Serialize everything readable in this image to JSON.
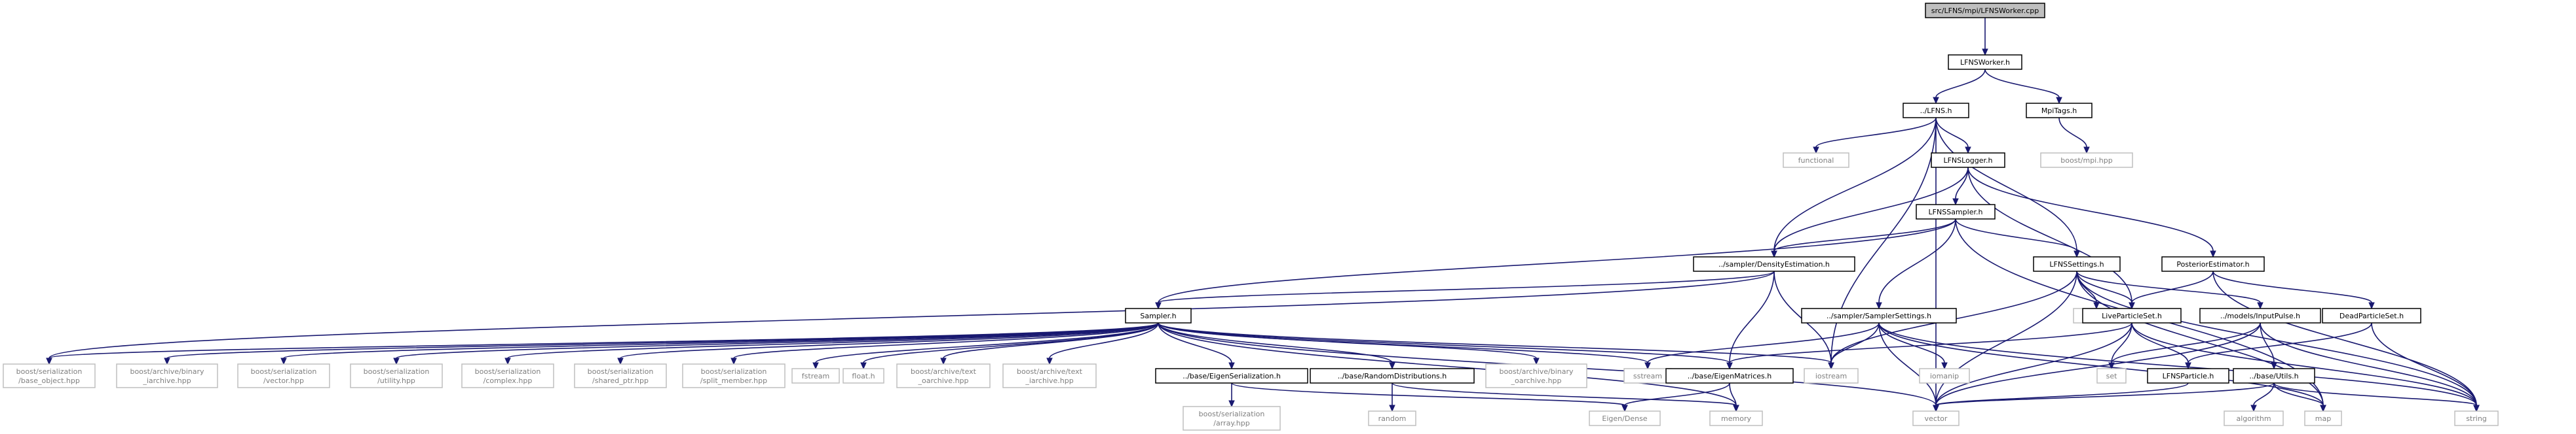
{
  "graph": {
    "root": "src/LFNS/mpi/LFNSWorker.cpp",
    "colors": {
      "edge": "#191970",
      "root_fill": "#bfbfbf",
      "root_stroke": "#000000",
      "internal_fill": "#ffffff",
      "internal_stroke": "#000000",
      "external_fill": "#ffffff",
      "external_stroke": "#bfbfbf",
      "external_text": "#7f7f7f",
      "text": "#000000"
    },
    "nodes": [
      {
        "id": "root",
        "label": [
          "src/LFNS/mpi/LFNSWorker.cpp"
        ],
        "kind": "root"
      },
      {
        "id": "worker_h",
        "label": [
          "LFNSWorker.h"
        ],
        "kind": "internal"
      },
      {
        "id": "lfns_h",
        "label": [
          "../LFNS.h"
        ],
        "kind": "internal"
      },
      {
        "id": "mpitags_h",
        "label": [
          "MpiTags.h"
        ],
        "kind": "internal"
      },
      {
        "id": "boost_mpi",
        "label": [
          "boost/mpi.hpp"
        ],
        "kind": "external"
      },
      {
        "id": "functional",
        "label": [
          "functional"
        ],
        "kind": "external"
      },
      {
        "id": "logger_h",
        "label": [
          "LFNSLogger.h"
        ],
        "kind": "internal"
      },
      {
        "id": "lsampler_h",
        "label": [
          "LFNSSampler.h"
        ],
        "kind": "internal"
      },
      {
        "id": "posterior_h",
        "label": [
          "PosteriorEstimator.h"
        ],
        "kind": "internal"
      },
      {
        "id": "density_h",
        "label": [
          "../sampler/DensityEstimation.h"
        ],
        "kind": "internal"
      },
      {
        "id": "settings_h",
        "label": [
          "LFNSSettings.h"
        ],
        "kind": "internal"
      },
      {
        "id": "sampler_h",
        "label": [
          "Sampler.h"
        ],
        "kind": "internal"
      },
      {
        "id": "samplersettings_h",
        "label": [
          "../sampler/SamplerSettings.h"
        ],
        "kind": "internal"
      },
      {
        "id": "cmath",
        "label": [
          "cmath"
        ],
        "kind": "external"
      },
      {
        "id": "liveset_h",
        "label": [
          "LiveParticleSet.h"
        ],
        "kind": "internal"
      },
      {
        "id": "inputpulse_h",
        "label": [
          "../models/InputPulse.h"
        ],
        "kind": "internal"
      },
      {
        "id": "deadset_h",
        "label": [
          "DeadParticleSet.h"
        ],
        "kind": "internal"
      },
      {
        "id": "b_base_object",
        "label": [
          "boost/serialization",
          "/base_object.hpp"
        ],
        "kind": "external"
      },
      {
        "id": "b_binary_iarchive",
        "label": [
          "boost/archive/binary",
          "_iarchive.hpp"
        ],
        "kind": "external"
      },
      {
        "id": "b_vector",
        "label": [
          "boost/serialization",
          "/vector.hpp"
        ],
        "kind": "external"
      },
      {
        "id": "b_utility",
        "label": [
          "boost/serialization",
          "/utility.hpp"
        ],
        "kind": "external"
      },
      {
        "id": "b_complex",
        "label": [
          "boost/serialization",
          "/complex.hpp"
        ],
        "kind": "external"
      },
      {
        "id": "b_shared_ptr",
        "label": [
          "boost/serialization",
          "/shared_ptr.hpp"
        ],
        "kind": "external"
      },
      {
        "id": "b_split_member",
        "label": [
          "boost/serialization",
          "/split_member.hpp"
        ],
        "kind": "external"
      },
      {
        "id": "fstream",
        "label": [
          "fstream"
        ],
        "kind": "external"
      },
      {
        "id": "float_h",
        "label": [
          "float.h"
        ],
        "kind": "external"
      },
      {
        "id": "b_text_oarchive",
        "label": [
          "boost/archive/text",
          "_oarchive.hpp"
        ],
        "kind": "external"
      },
      {
        "id": "b_text_iarchive",
        "label": [
          "boost/archive/text",
          "_iarchive.hpp"
        ],
        "kind": "external"
      },
      {
        "id": "eigenser_h",
        "label": [
          "../base/EigenSerialization.h"
        ],
        "kind": "internal"
      },
      {
        "id": "randdist_h",
        "label": [
          "../base/RandomDistributions.h"
        ],
        "kind": "internal"
      },
      {
        "id": "b_binary_oarchive",
        "label": [
          "boost/archive/binary",
          "_oarchive.hpp"
        ],
        "kind": "external"
      },
      {
        "id": "sstream",
        "label": [
          "sstream"
        ],
        "kind": "external"
      },
      {
        "id": "eigenmat_h",
        "label": [
          "../base/EigenMatrices.h"
        ],
        "kind": "internal"
      },
      {
        "id": "iostream",
        "label": [
          "iostream"
        ],
        "kind": "external"
      },
      {
        "id": "iomanip",
        "label": [
          "iomanip"
        ],
        "kind": "external"
      },
      {
        "id": "set",
        "label": [
          "set"
        ],
        "kind": "external"
      },
      {
        "id": "particle_h",
        "label": [
          "LFNSParticle.h"
        ],
        "kind": "internal"
      },
      {
        "id": "utils_h",
        "label": [
          "../base/Utils.h"
        ],
        "kind": "internal"
      },
      {
        "id": "b_array",
        "label": [
          "boost/serialization",
          "/array.hpp"
        ],
        "kind": "external"
      },
      {
        "id": "random",
        "label": [
          "random"
        ],
        "kind": "external"
      },
      {
        "id": "eigen_dense",
        "label": [
          "Eigen/Dense"
        ],
        "kind": "external"
      },
      {
        "id": "memory",
        "label": [
          "memory"
        ],
        "kind": "external"
      },
      {
        "id": "vector",
        "label": [
          "vector"
        ],
        "kind": "external"
      },
      {
        "id": "algorithm",
        "label": [
          "algorithm"
        ],
        "kind": "external"
      },
      {
        "id": "map",
        "label": [
          "map"
        ],
        "kind": "external"
      },
      {
        "id": "string",
        "label": [
          "string"
        ],
        "kind": "external"
      }
    ],
    "edges": [
      [
        "root",
        "worker_h"
      ],
      [
        "worker_h",
        "lfns_h"
      ],
      [
        "worker_h",
        "mpitags_h"
      ],
      [
        "mpitags_h",
        "boost_mpi"
      ],
      [
        "lfns_h",
        "functional"
      ],
      [
        "lfns_h",
        "logger_h"
      ],
      [
        "lfns_h",
        "density_h"
      ],
      [
        "lfns_h",
        "settings_h"
      ],
      [
        "lfns_h",
        "iostream"
      ],
      [
        "lfns_h",
        "vector"
      ],
      [
        "logger_h",
        "lsampler_h"
      ],
      [
        "logger_h",
        "density_h"
      ],
      [
        "logger_h",
        "posterior_h"
      ],
      [
        "logger_h",
        "liveset_h"
      ],
      [
        "lsampler_h",
        "density_h"
      ],
      [
        "lsampler_h",
        "settings_h"
      ],
      [
        "lsampler_h",
        "samplersettings_h"
      ],
      [
        "lsampler_h",
        "sampler_h"
      ],
      [
        "lsampler_h",
        "map"
      ],
      [
        "posterior_h",
        "liveset_h"
      ],
      [
        "posterior_h",
        "deadset_h"
      ],
      [
        "posterior_h",
        "string"
      ],
      [
        "density_h",
        "sampler_h"
      ],
      [
        "density_h",
        "eigenmat_h"
      ],
      [
        "density_h",
        "iostream"
      ],
      [
        "density_h",
        "b_base_object"
      ],
      [
        "settings_h",
        "cmath"
      ],
      [
        "settings_h",
        "liveset_h"
      ],
      [
        "settings_h",
        "inputpulse_h"
      ],
      [
        "settings_h",
        "iostream"
      ],
      [
        "settings_h",
        "vector"
      ],
      [
        "settings_h",
        "string"
      ],
      [
        "settings_h",
        "map"
      ],
      [
        "sampler_h",
        "b_base_object"
      ],
      [
        "sampler_h",
        "b_binary_iarchive"
      ],
      [
        "sampler_h",
        "b_vector"
      ],
      [
        "sampler_h",
        "b_utility"
      ],
      [
        "sampler_h",
        "b_complex"
      ],
      [
        "sampler_h",
        "b_shared_ptr"
      ],
      [
        "sampler_h",
        "b_split_member"
      ],
      [
        "sampler_h",
        "fstream"
      ],
      [
        "sampler_h",
        "float_h"
      ],
      [
        "sampler_h",
        "b_text_oarchive"
      ],
      [
        "sampler_h",
        "b_text_iarchive"
      ],
      [
        "sampler_h",
        "eigenser_h"
      ],
      [
        "sampler_h",
        "randdist_h"
      ],
      [
        "sampler_h",
        "b_binary_oarchive"
      ],
      [
        "sampler_h",
        "sstream"
      ],
      [
        "sampler_h",
        "eigenmat_h"
      ],
      [
        "sampler_h",
        "iostream"
      ],
      [
        "sampler_h",
        "memory"
      ],
      [
        "sampler_h",
        "vector"
      ],
      [
        "samplersettings_h",
        "sstream"
      ],
      [
        "samplersettings_h",
        "iostream"
      ],
      [
        "samplersettings_h",
        "iomanip"
      ],
      [
        "samplersettings_h",
        "vector"
      ],
      [
        "samplersettings_h",
        "map"
      ],
      [
        "samplersettings_h",
        "string"
      ],
      [
        "liveset_h",
        "eigenmat_h"
      ],
      [
        "liveset_h",
        "set"
      ],
      [
        "liveset_h",
        "particle_h"
      ],
      [
        "liveset_h",
        "vector"
      ],
      [
        "liveset_h",
        "string"
      ],
      [
        "inputpulse_h",
        "set"
      ],
      [
        "inputpulse_h",
        "utils_h"
      ],
      [
        "inputpulse_h",
        "vector"
      ],
      [
        "inputpulse_h",
        "string"
      ],
      [
        "deadset_h",
        "particle_h"
      ],
      [
        "deadset_h",
        "string"
      ],
      [
        "eigenser_h",
        "b_array"
      ],
      [
        "eigenser_h",
        "eigen_dense"
      ],
      [
        "randdist_h",
        "random"
      ],
      [
        "randdist_h",
        "memory"
      ],
      [
        "eigenmat_h",
        "eigen_dense"
      ],
      [
        "eigenmat_h",
        "memory"
      ],
      [
        "particle_h",
        "vector"
      ],
      [
        "utils_h",
        "vector"
      ],
      [
        "utils_h",
        "algorithm"
      ],
      [
        "utils_h",
        "map"
      ],
      [
        "utils_h",
        "string"
      ]
    ]
  }
}
